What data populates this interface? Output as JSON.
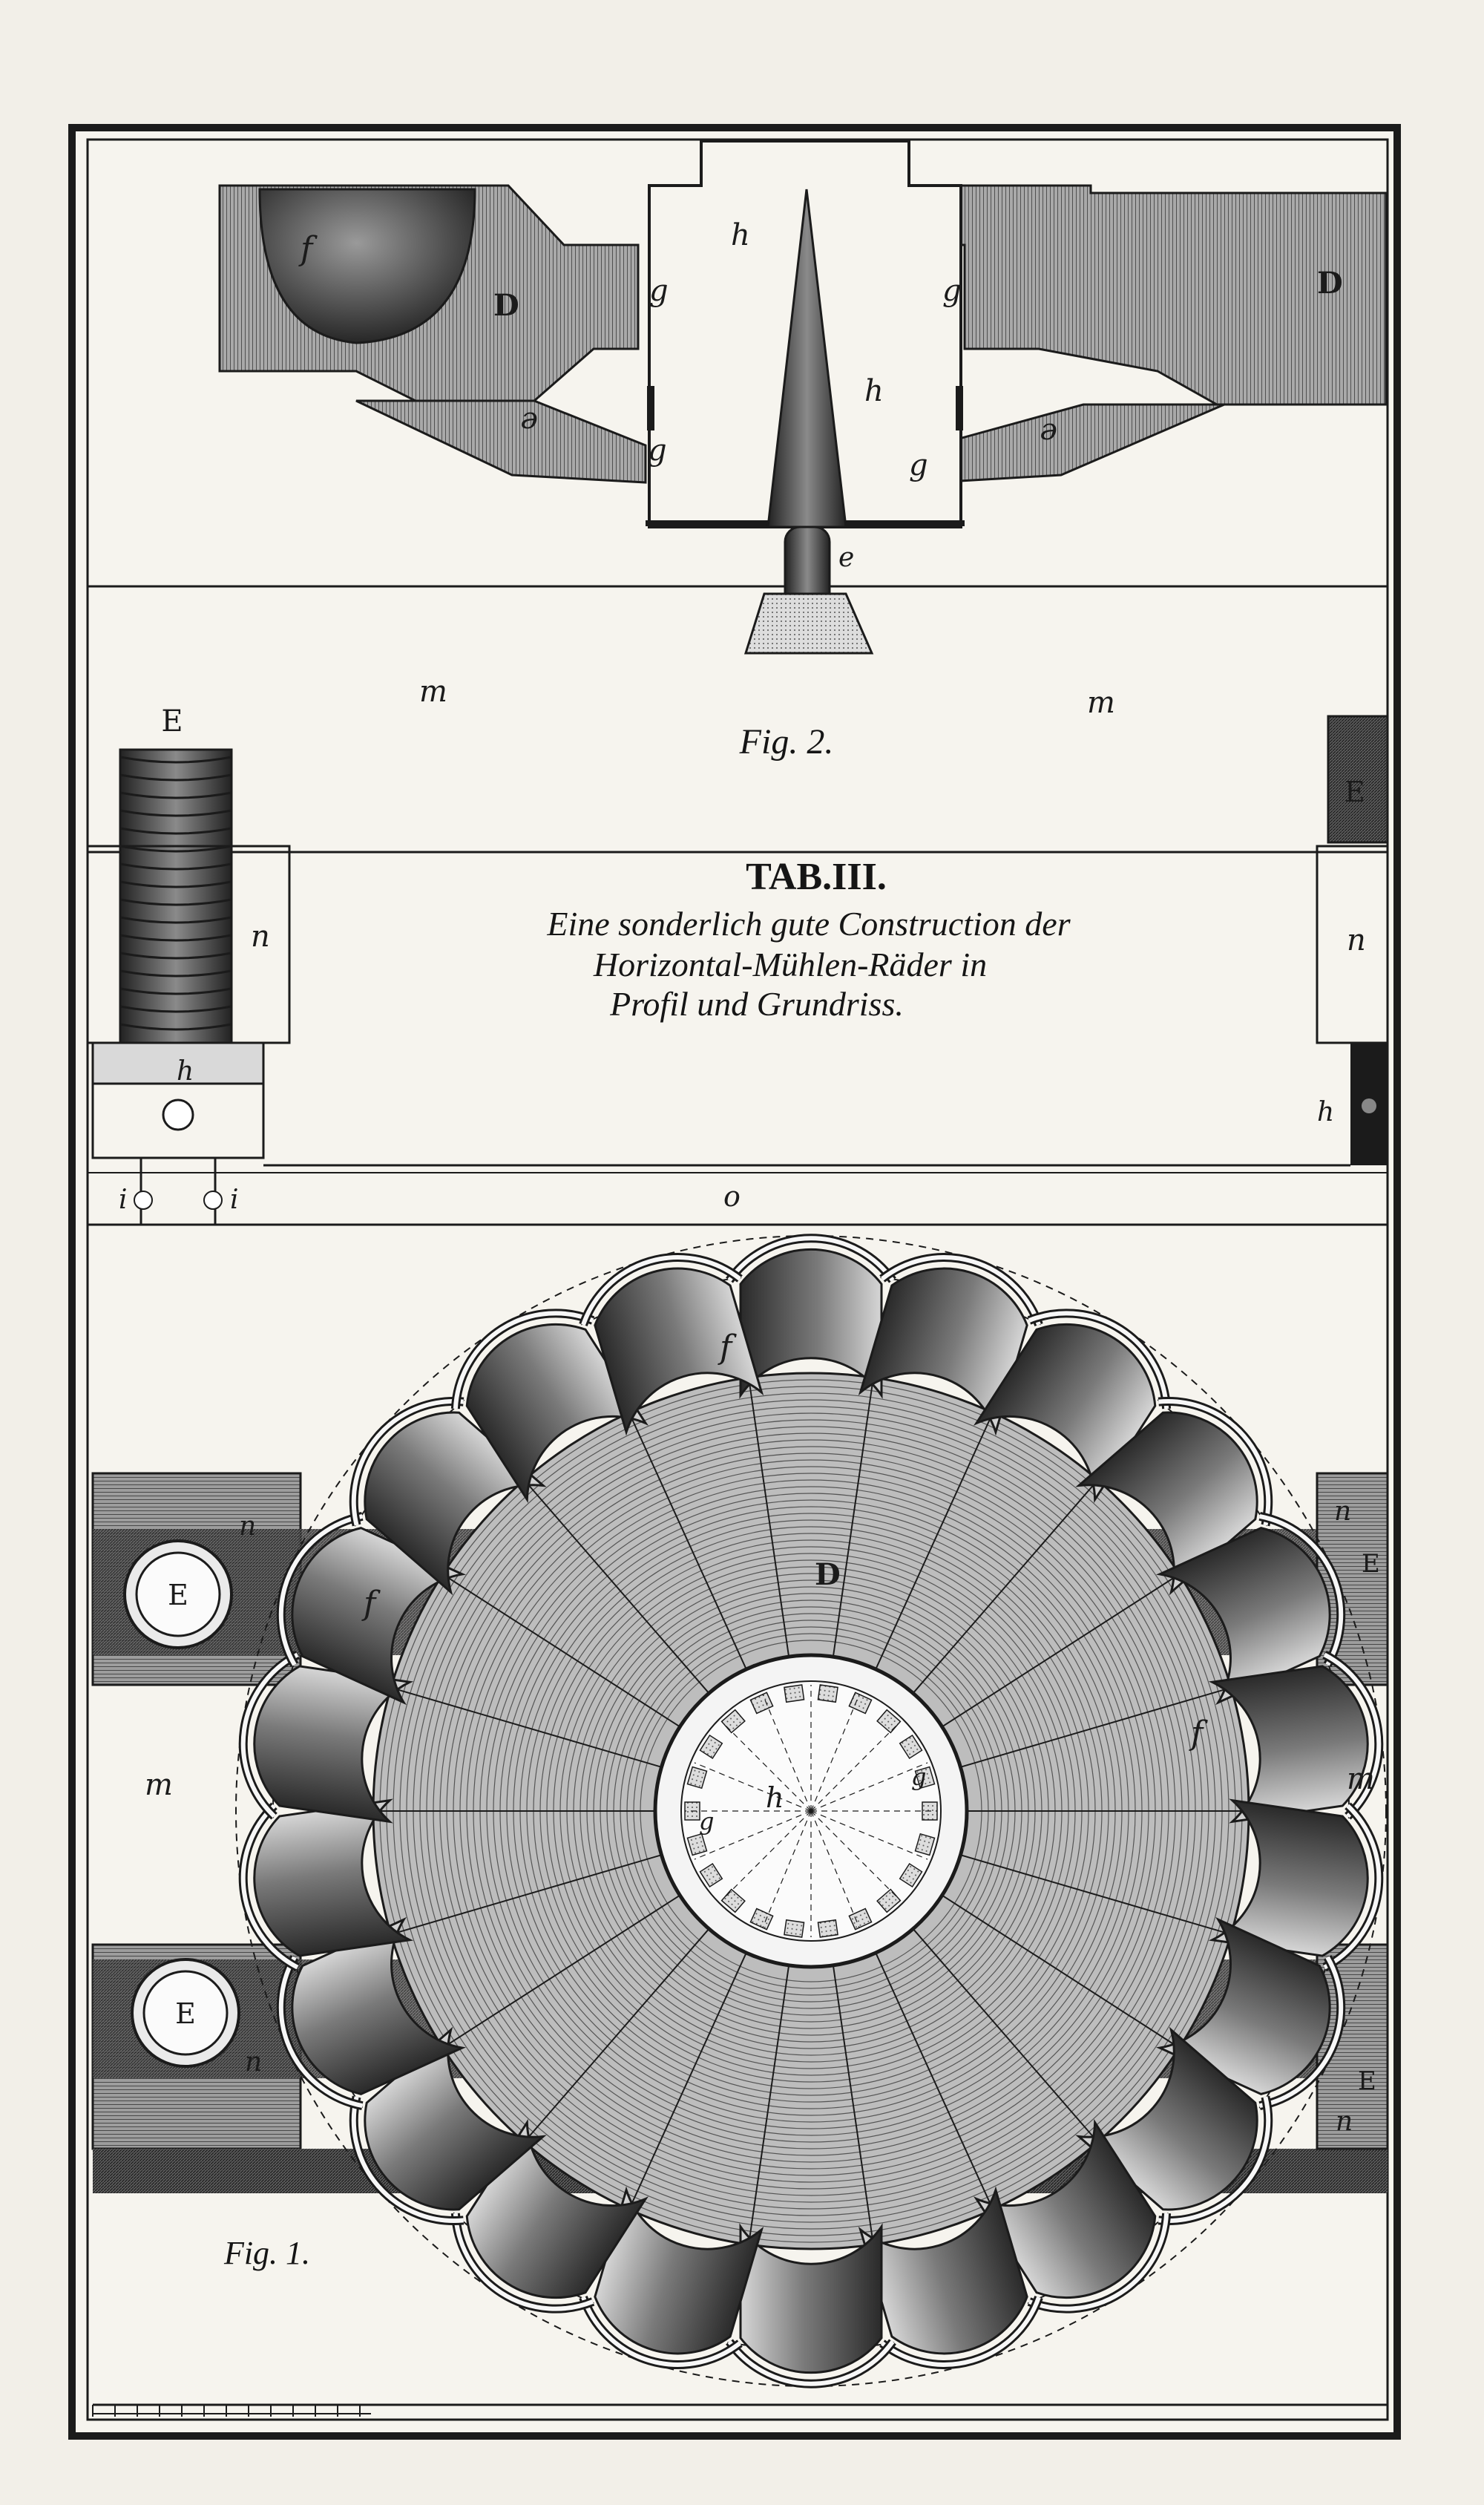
{
  "plate": {
    "title": "TAB.III.",
    "subtitle": [
      "Eine sonderlich gute Construction der",
      "Horizontal-Mühlen-Räder in",
      "Profil und Grundriss."
    ]
  },
  "figures": {
    "fig2": "Fig. 2.",
    "fig1": "Fig. 1."
  },
  "labels": {
    "D": "D",
    "E": "E",
    "f": "f",
    "g": "g",
    "h": "h",
    "e": "e",
    "m": "m",
    "n": "n",
    "i": "i",
    "o": "o"
  },
  "colors": {
    "paper": "#f4f1ea",
    "ink": "#1b1b1b",
    "hatch": "#6d6d6d"
  }
}
